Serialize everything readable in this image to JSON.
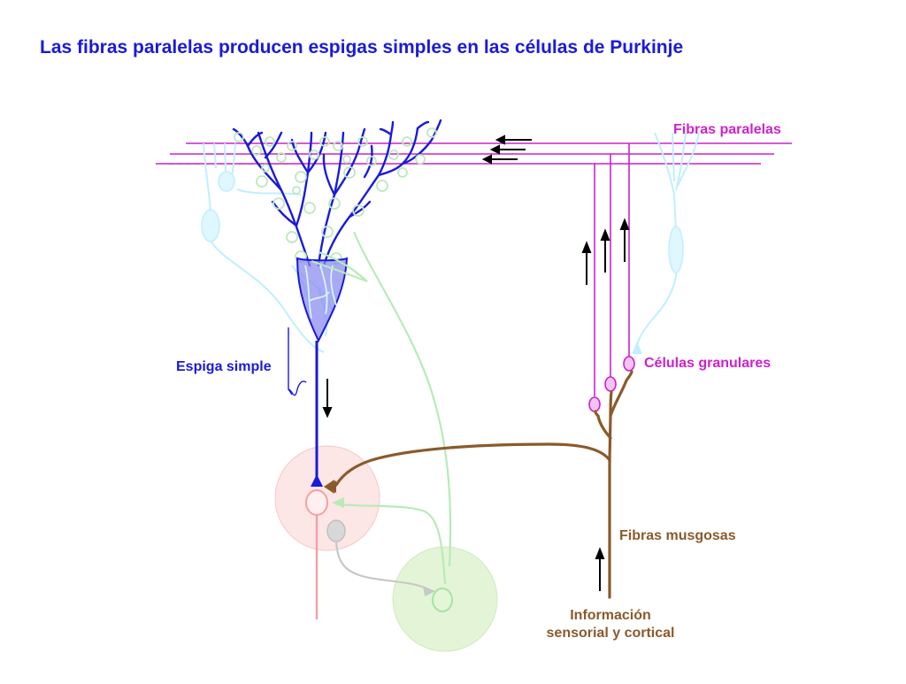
{
  "title": "Las fibras paralelas producen espigas simples en las células de Purkinje",
  "labels": {
    "parallel_fibers": "Fibras paralelas",
    "simple_spike": "Espiga simple",
    "granule_cells": "Células granulares",
    "mossy_fibers": "Fibras musgosas",
    "input_line1": "Información",
    "input_line2": "sensorial y cortical"
  },
  "colors": {
    "title": "#1a1adb",
    "purkinje": "#1a1adb",
    "parallel": "#cc22cc",
    "mossy": "#8b5a2b",
    "green_cell": "#a6e3a6",
    "cyan_cell": "#bfefff",
    "pink_cell": "#f4a0a0",
    "gray_cell": "#c8c8c8"
  }
}
